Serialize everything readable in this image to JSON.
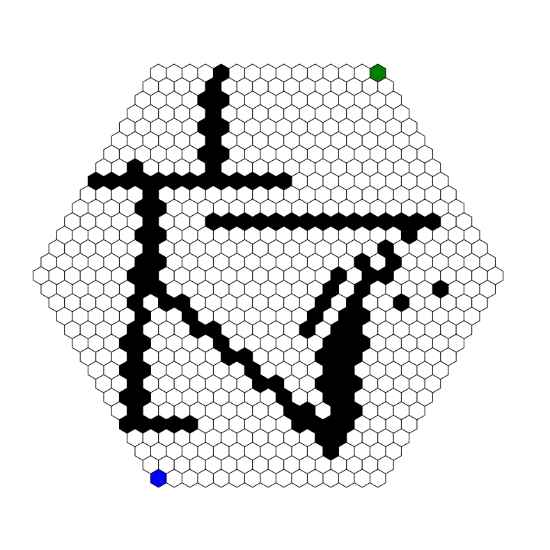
{
  "board": {
    "shape": "hexagon-of-hexagons",
    "rows": 31,
    "top_row_cells": 15,
    "middle_row_cells": 30,
    "bottom_row_cells": 15,
    "colors": {
      "empty": "#ffffff",
      "wall": "#000000",
      "outline": "#000000",
      "start": "#0000ff",
      "goal": "#008000"
    },
    "goal_cell": {
      "row": 0,
      "col": 14
    },
    "start_cell": {
      "row": 30,
      "col": 0
    },
    "walls": [
      [
        0,
        4
      ],
      [
        1,
        4
      ],
      [
        2,
        4
      ],
      [
        2,
        5
      ],
      [
        3,
        5
      ],
      [
        4,
        5
      ],
      [
        4,
        6
      ],
      [
        5,
        6
      ],
      [
        6,
        6
      ],
      [
        6,
        7
      ],
      [
        7,
        2
      ],
      [
        7,
        7
      ],
      [
        8,
        0
      ],
      [
        8,
        1
      ],
      [
        8,
        2
      ],
      [
        8,
        3
      ],
      [
        8,
        4
      ],
      [
        8,
        5
      ],
      [
        8,
        6
      ],
      [
        8,
        7
      ],
      [
        8,
        8
      ],
      [
        8,
        9
      ],
      [
        8,
        10
      ],
      [
        8,
        11
      ],
      [
        8,
        12
      ],
      [
        9,
        4
      ],
      [
        10,
        4
      ],
      [
        10,
        5
      ],
      [
        11,
        5
      ],
      [
        11,
        9
      ],
      [
        11,
        10
      ],
      [
        11,
        11
      ],
      [
        11,
        12
      ],
      [
        11,
        13
      ],
      [
        11,
        14
      ],
      [
        11,
        15
      ],
      [
        11,
        16
      ],
      [
        11,
        17
      ],
      [
        11,
        18
      ],
      [
        11,
        19
      ],
      [
        11,
        20
      ],
      [
        11,
        21
      ],
      [
        11,
        22
      ],
      [
        11,
        23
      ],
      [
        12,
        5
      ],
      [
        12,
        6
      ],
      [
        12,
        22
      ],
      [
        13,
        6
      ],
      [
        13,
        21
      ],
      [
        14,
        6
      ],
      [
        14,
        7
      ],
      [
        14,
        20
      ],
      [
        14,
        22
      ],
      [
        15,
        6
      ],
      [
        15,
        7
      ],
      [
        15,
        19
      ],
      [
        15,
        21
      ],
      [
        15,
        22
      ],
      [
        16,
        6
      ],
      [
        16,
        7
      ],
      [
        16,
        18
      ],
      [
        16,
        20
      ],
      [
        16,
        25
      ],
      [
        17,
        5
      ],
      [
        17,
        7
      ],
      [
        17,
        8
      ],
      [
        17,
        17
      ],
      [
        17,
        19
      ],
      [
        17,
        22
      ],
      [
        18,
        5
      ],
      [
        18,
        8
      ],
      [
        18,
        16
      ],
      [
        18,
        18
      ],
      [
        18,
        19
      ],
      [
        19,
        4
      ],
      [
        19,
        8
      ],
      [
        19,
        9
      ],
      [
        19,
        15
      ],
      [
        19,
        17
      ],
      [
        19,
        18
      ],
      [
        20,
        3
      ],
      [
        20,
        4
      ],
      [
        20,
        9
      ],
      [
        20,
        16
      ],
      [
        20,
        17
      ],
      [
        20,
        18
      ],
      [
        21,
        3
      ],
      [
        21,
        9
      ],
      [
        21,
        10
      ],
      [
        21,
        15
      ],
      [
        21,
        16
      ],
      [
        21,
        17
      ],
      [
        22,
        2
      ],
      [
        22,
        3
      ],
      [
        22,
        10
      ],
      [
        22,
        15
      ],
      [
        22,
        16
      ],
      [
        23,
        2
      ],
      [
        23,
        10
      ],
      [
        23,
        11
      ],
      [
        23,
        14
      ],
      [
        23,
        15
      ],
      [
        23,
        16
      ],
      [
        24,
        1
      ],
      [
        24,
        2
      ],
      [
        24,
        11
      ],
      [
        24,
        14
      ],
      [
        24,
        15
      ],
      [
        25,
        1
      ],
      [
        25,
        11
      ],
      [
        25,
        12
      ],
      [
        25,
        14
      ],
      [
        25,
        15
      ],
      [
        26,
        0
      ],
      [
        26,
        1
      ],
      [
        26,
        2
      ],
      [
        26,
        3
      ],
      [
        26,
        4
      ],
      [
        26,
        11
      ],
      [
        26,
        12
      ],
      [
        26,
        13
      ],
      [
        26,
        14
      ],
      [
        27,
        12
      ],
      [
        27,
        13
      ],
      [
        28,
        12
      ]
    ]
  }
}
